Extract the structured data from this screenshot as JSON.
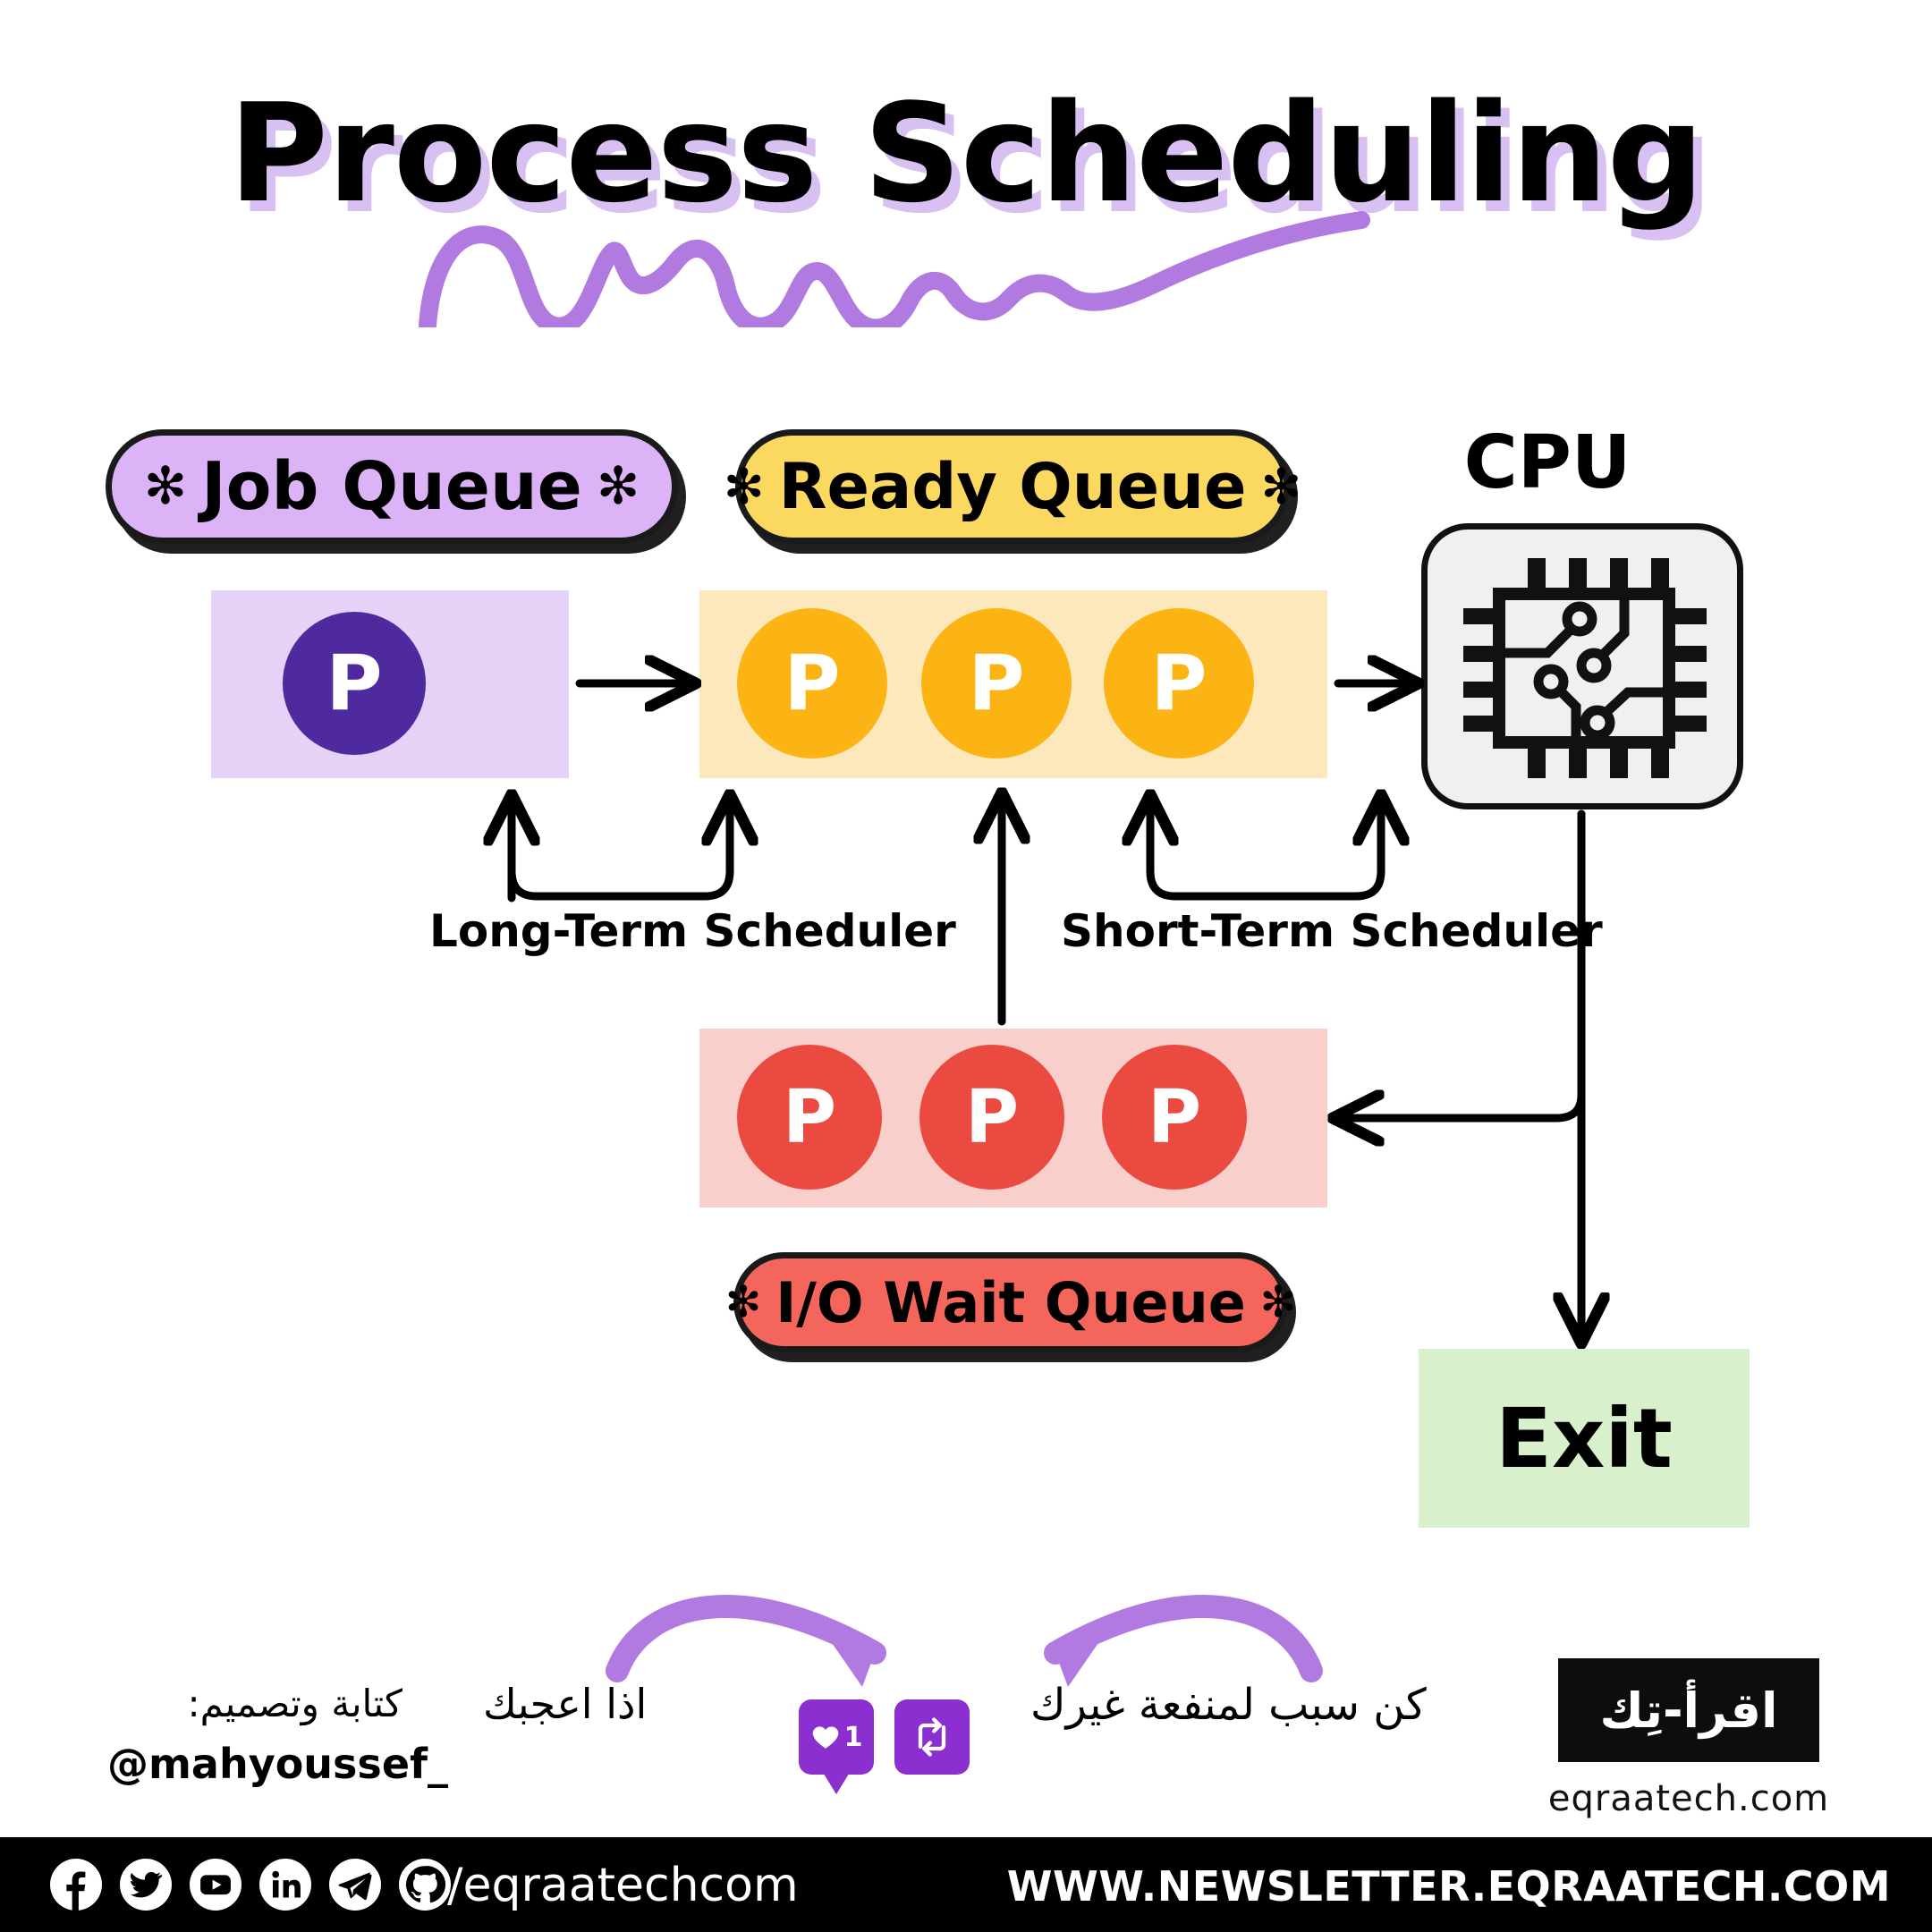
{
  "header": {
    "title": "Process Scheduling",
    "underline_color": "#b07ae0",
    "title_shadow_color": "#d9c0f2"
  },
  "diagram": {
    "flower_glyph": "✻",
    "job_queue": {
      "pill_label": "Job Queue",
      "pill_color": "#dcb3f7",
      "band_color": "#e4d3f6",
      "process_label": "P",
      "process_color": "#4f2a9e",
      "process_count": 1
    },
    "ready_queue": {
      "pill_label": "Ready Queue",
      "pill_color": "#fbd960",
      "band_color": "#fce8ba",
      "process_label": "P",
      "process_color": "#fcb415",
      "process_count": 3
    },
    "io_wait_queue": {
      "pill_label": "I/O Wait Queue",
      "pill_color": "#f4655c",
      "band_color": "#f9cfcc",
      "process_label": "P",
      "process_color": "#ea4a3f",
      "process_count": 3
    },
    "cpu": {
      "label": "CPU",
      "box_color": "#f0f0f0",
      "icon": "cpu-chip-icon"
    },
    "exit": {
      "label": "Exit",
      "box_color": "#d8f0cb"
    },
    "schedulers": {
      "long_term": "Long-Term Scheduler",
      "short_term": "Short-Term Scheduler"
    }
  },
  "footer": {
    "credit_label": "كتابة وتصميم:",
    "credit_handle": "@mahyoussef_",
    "cta_left": "اذا اعجبك",
    "cta_right": "كن سبب لمنفعة غيرك",
    "like_count": "1",
    "logo_text": "اقرأ-تِك",
    "logo_url": "eqraatech.com",
    "accent_color": "#8b2fd0"
  },
  "bottom_bar": {
    "handle": "/eqraatechcom",
    "newsletter": "WWW.NEWSLETTER.EQRAATECH.COM",
    "social": [
      {
        "name": "facebook-icon"
      },
      {
        "name": "twitter-icon"
      },
      {
        "name": "youtube-icon"
      },
      {
        "name": "linkedin-icon"
      },
      {
        "name": "telegram-icon"
      },
      {
        "name": "github-icon"
      }
    ]
  }
}
